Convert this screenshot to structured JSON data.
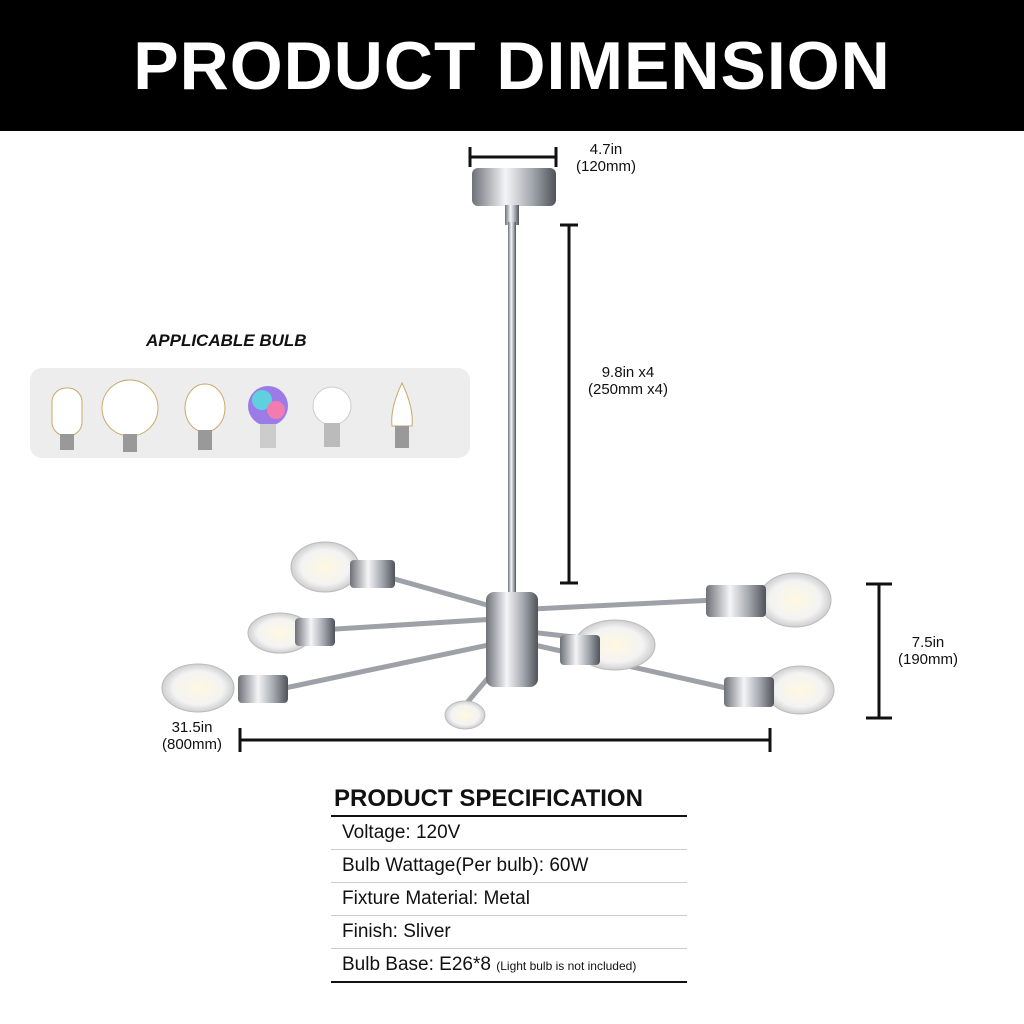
{
  "header": {
    "title": "PRODUCT DIMENSION"
  },
  "dimensions": {
    "canopy": {
      "in": "4.7in",
      "mm": "(120mm)"
    },
    "rod": {
      "in": "9.8in x4",
      "mm": "(250mm x4)"
    },
    "height": {
      "in": "7.5in",
      "mm": "(190mm)"
    },
    "width": {
      "in": "31.5in",
      "mm": "(800mm)"
    }
  },
  "bulbs": {
    "title": "APPLICABLE BULB",
    "items": [
      "tube-filament-bulb",
      "globe-filament-bulb",
      "edison-filament-bulb",
      "rgb-smart-bulb",
      "led-a19-bulb",
      "candle-filament-bulb"
    ]
  },
  "spec": {
    "title": "PRODUCT SPECIFICATION",
    "rows": [
      "Voltage: 120V",
      "Bulb Wattage(Per bulb): 60W",
      "Fixture Material: Metal",
      "Finish: Sliver",
      "Bulb Base: E26*8"
    ],
    "note": "(Light bulb is not included)"
  },
  "colors": {
    "banner": "#000000",
    "panel": "#ededed",
    "chrome": "#b8bcc2"
  }
}
